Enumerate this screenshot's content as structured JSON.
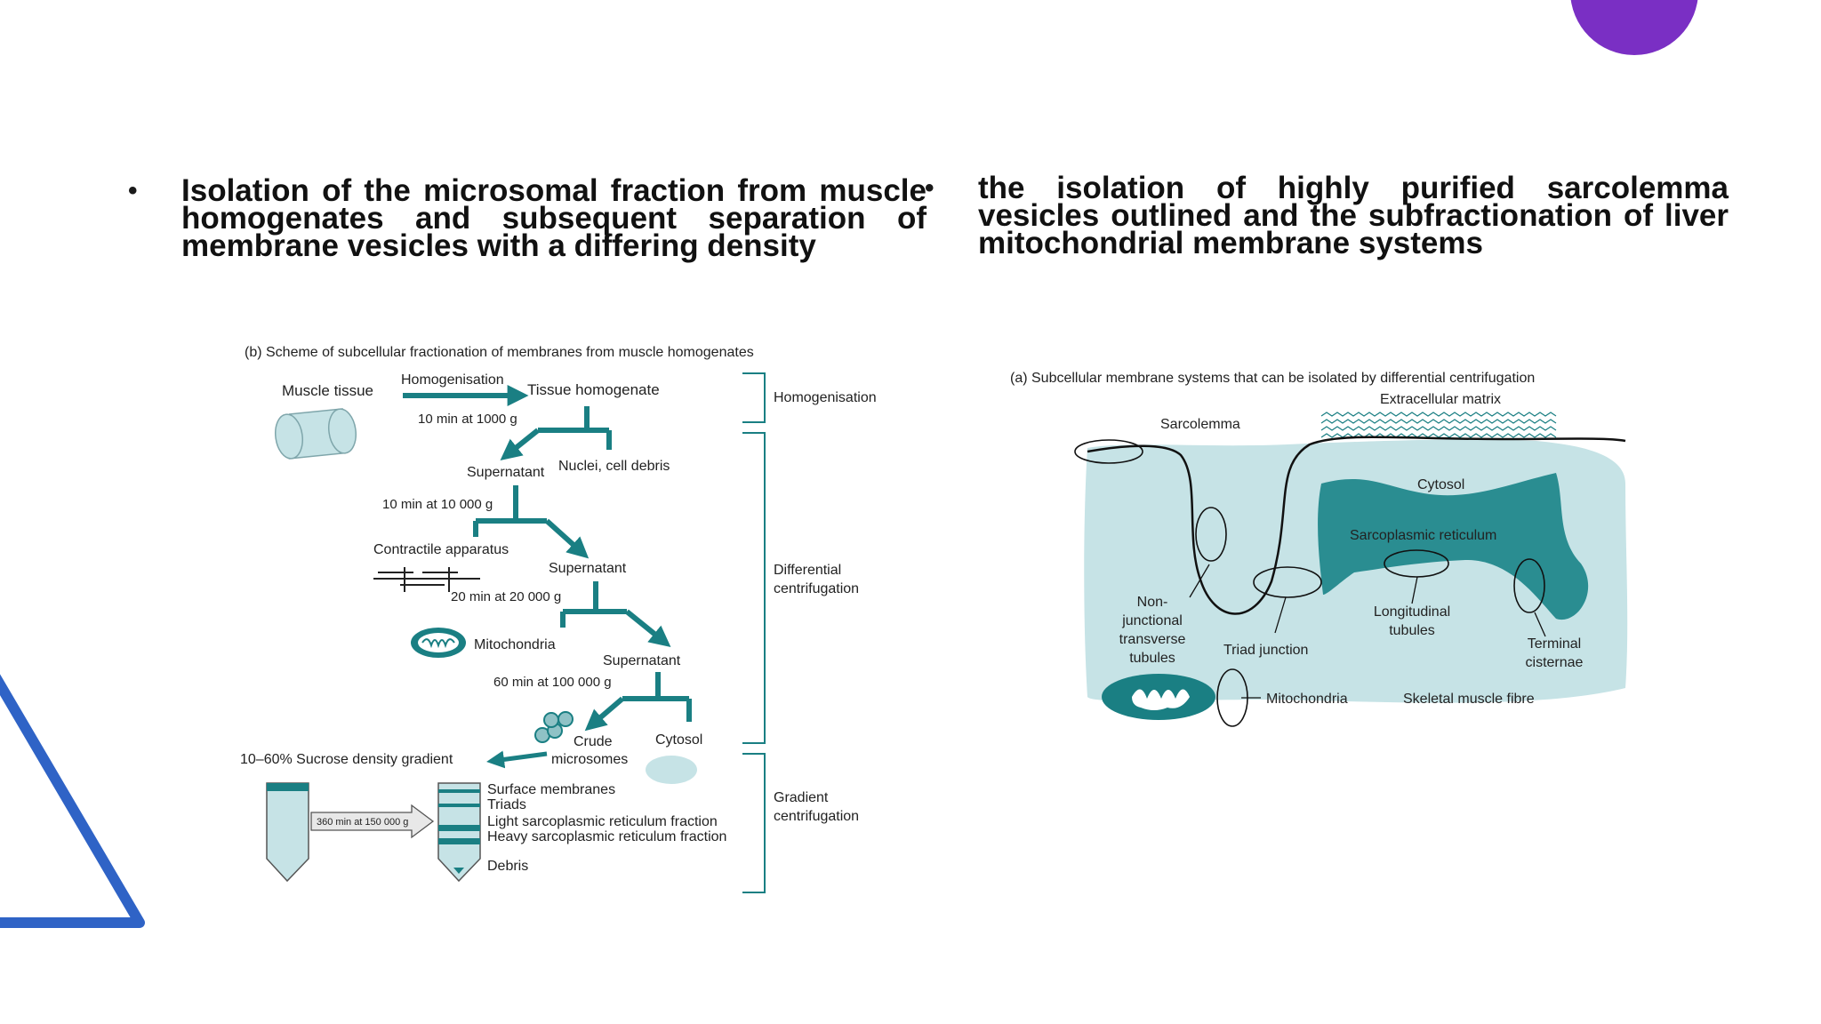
{
  "slide": {
    "bullets": [
      {
        "marker": "•",
        "text": "Isolation of the microsomal fraction from muscle homogenates and subsequent separation of membrane vesicles with a differing density"
      },
      {
        "marker": "•",
        "text": "the isolation of highly purified sarcolemma vesicles outlined and the subfractionation of liver mitochondrial membrane systems"
      }
    ]
  },
  "figure_b": {
    "caption": "(b) Scheme of subcellular fractionation of membranes from muscle homogenates",
    "muscle_tissue": "Muscle tissue",
    "homogenisation_label": "Homogenisation",
    "tissue_homogenate": "Tissue homogenate",
    "step1": "10 min at 1000 g",
    "supernatant1": "Supernatant",
    "nuclei": "Nuclei, cell debris",
    "step2": "10 min at 10 000 g",
    "contractile": "Contractile apparatus",
    "supernatant2": "Supernatant",
    "step3": "20 min at 20 000 g",
    "mitochondria": "Mitochondria",
    "supernatant3": "Supernatant",
    "step4": "60 min at 100 000 g",
    "crude_microsomes_1": "Crude",
    "crude_microsomes_2": "microsomes",
    "cytosol": "Cytosol",
    "sucrose_gradient": "10–60% Sucrose density gradient",
    "spin_label": "360 min at 150 000 g",
    "fractions": [
      "Surface membranes",
      "Triads",
      "Light sarcoplasmic reticulum fraction",
      "Heavy sarcoplasmic reticulum fraction"
    ],
    "debris": "Debris",
    "stage_homogenisation": "Homogenisation",
    "stage_differential_1": "Differential",
    "stage_differential_2": "centrifugation",
    "stage_gradient_1": "Gradient",
    "stage_gradient_2": "centrifugation"
  },
  "figure_a": {
    "caption": "(a) Subcellular membrane systems that can be isolated by differential centrifugation",
    "extracellular_matrix": "Extracellular matrix",
    "sarcolemma": "Sarcolemma",
    "cytosol": "Cytosol",
    "sarcoplasmic_reticulum": "Sarcoplasmic reticulum",
    "non_junctional": [
      "Non-",
      "junctional",
      "transverse",
      "tubules"
    ],
    "triad_junction": "Triad junction",
    "longitudinal": [
      "Longitudinal",
      "tubules"
    ],
    "terminal": [
      "Terminal",
      "cisternae"
    ],
    "mitochondria": "Mitochondria",
    "skeletal_fibre": "Skeletal muscle fibre"
  },
  "colors": {
    "teal": "#1a7f83",
    "light_teal": "#c6e3e6",
    "purple_circle": "#7a2fc4",
    "blue_triangle": "#2f63c6"
  }
}
